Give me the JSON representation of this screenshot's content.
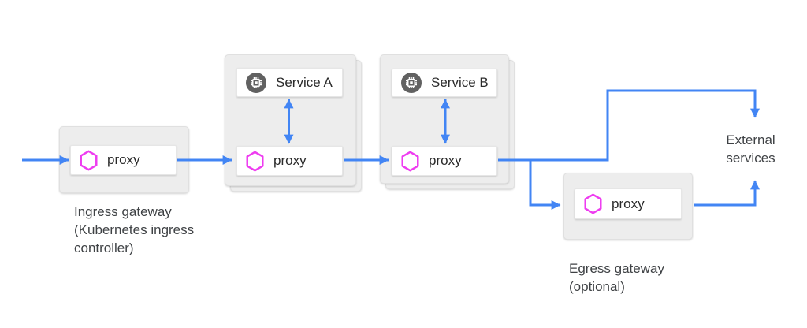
{
  "colors": {
    "arrow_blue": "#4285f4",
    "proxy_magenta": "#ee3cf0",
    "card_gray": "#ededed",
    "service_icon_gray": "#616161",
    "text_dark": "#2b2b2b",
    "caption_gray": "#3f4245"
  },
  "ingress_gateway": {
    "proxy_label": "proxy",
    "caption": [
      "Ingress gateway",
      "(Kubernetes ingress",
      "controller)"
    ]
  },
  "service_a": {
    "name": "Service A",
    "proxy_label": "proxy"
  },
  "service_b": {
    "name": "Service B",
    "proxy_label": "proxy"
  },
  "egress_gateway": {
    "proxy_label": "proxy",
    "caption": [
      "Egress gateway",
      "(optional)"
    ]
  },
  "external_services": {
    "caption": [
      "External",
      "services"
    ]
  }
}
